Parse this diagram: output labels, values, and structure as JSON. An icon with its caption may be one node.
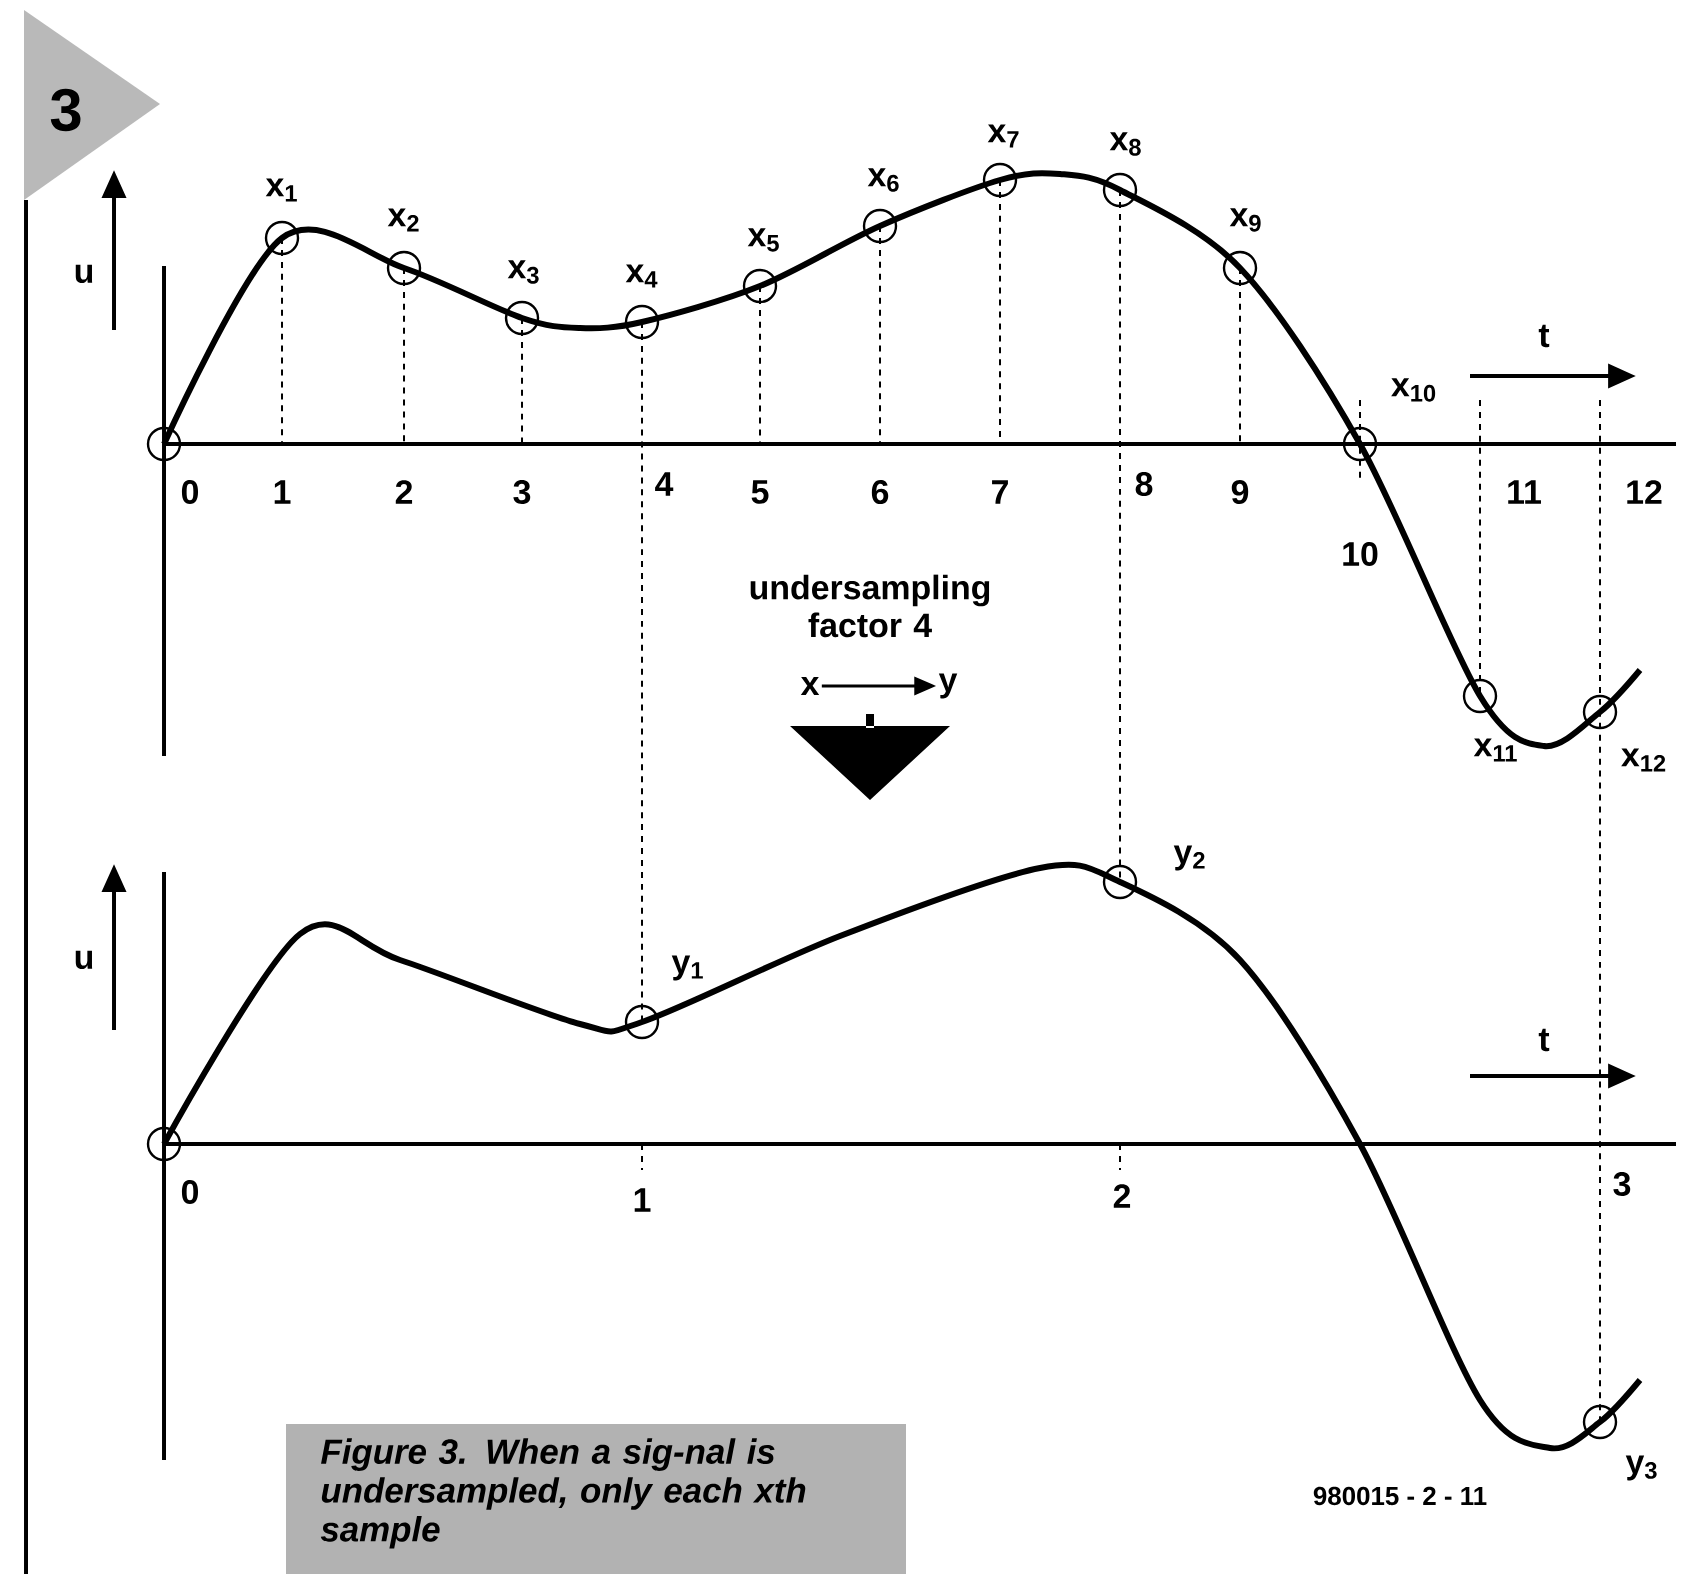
{
  "diagram": {
    "caption": "Figure 3. When a sig-nal is undersampled, only each xth sample",
    "nodes": [
      {
        "text": [
          "x"
        ]
      },
      {
        "text": [
          "y"
        ]
      }
    ],
    "edges": [
      {
        "from": 0,
        "to": 1,
        "arrow": "to"
      }
    ],
    "labels": [
      "3",
      "u",
      "x$_{1}$",
      "x$_{2}$",
      "x$_{3}$",
      "x$_{4}$",
      "x$_{5}$",
      "x$_{6}$",
      "x$_{7}$",
      "x$_{8}$",
      "x$_{9}$",
      "t",
      "x$_{10}$",
      "0",
      "1",
      "2",
      "3",
      "4",
      "5",
      "6",
      "7",
      "8",
      "9",
      "11",
      "12",
      "10",
      "undersampling factor 4",
      "x$_{11}$",
      "x$_{12}$",
      "y$_{2}$",
      "u",
      "y$_{1}$",
      "t",
      "0",
      "1",
      "2",
      "3",
      "980015 - 2 - 11",
      "y$_{3}$"
    ]
  }
}
